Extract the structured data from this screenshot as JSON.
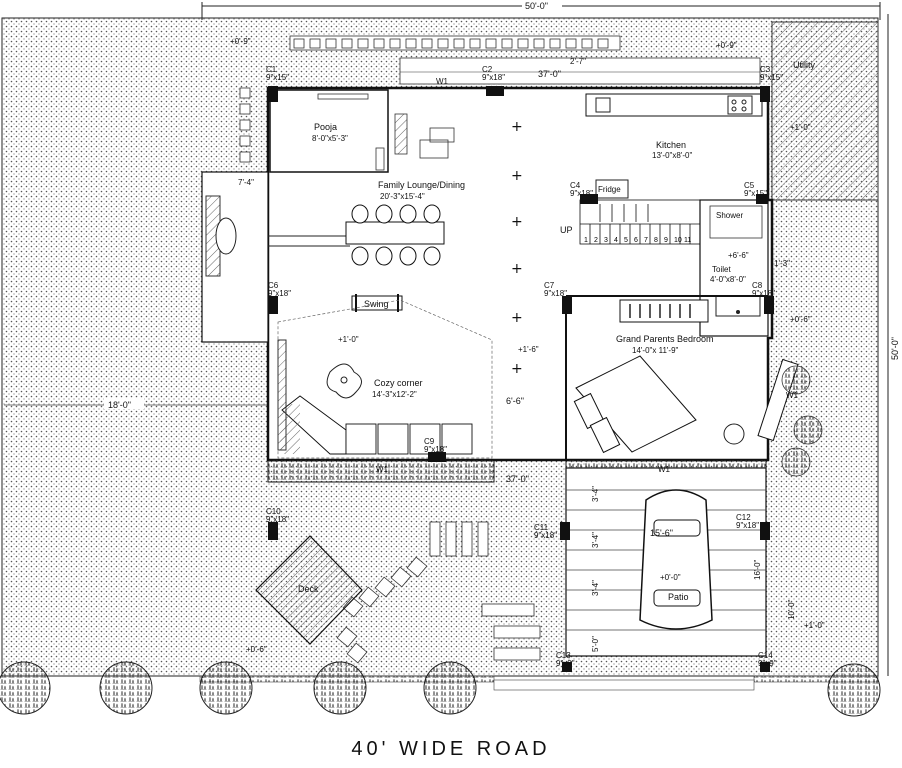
{
  "plot": {
    "width_label": "50'-0\"",
    "depth_label": "50'-0\"",
    "setback_left": "18'-0\"",
    "road_label": "40' WIDE ROAD"
  },
  "rooms": {
    "pooja": {
      "name": "Pooja",
      "size": "8'-0\"x5'-3\""
    },
    "lounge": {
      "name": "Family Lounge/Dining",
      "size": "20'-3\"x15'-4\""
    },
    "kitchen": {
      "name": "Kitchen",
      "size": "13'-0\"x8'-0\""
    },
    "fridge": "Fridge",
    "utility": "Utility",
    "shower": "Shower",
    "toilet": {
      "name": "Toilet",
      "size": "4'-0\"x8'-0\""
    },
    "swing": "Swing",
    "cozy": {
      "name": "Cozy corner",
      "size": "14'-3\"x12'-2\""
    },
    "bedroom": {
      "name": "Grand Parents Bedroom",
      "size": "14'-0\"x 11'-9\""
    },
    "deck": "Deck",
    "patio": "Patio",
    "stair_up": "UP"
  },
  "columns": [
    {
      "id": "C1",
      "size": "9\"x15\""
    },
    {
      "id": "C2",
      "size": "9\"x18\""
    },
    {
      "id": "C3",
      "size": "9\"x15\""
    },
    {
      "id": "C4",
      "size": "9\"x18\""
    },
    {
      "id": "C5",
      "size": "9\"x15\""
    },
    {
      "id": "C6",
      "size": "9\"x18\""
    },
    {
      "id": "C7",
      "size": "9\"x18\""
    },
    {
      "id": "C8",
      "size": "9\"x18\""
    },
    {
      "id": "C9",
      "size": "9\"x18\""
    },
    {
      "id": "C10",
      "size": "9\"x18\""
    },
    {
      "id": "C11",
      "size": "9\"x18\""
    },
    {
      "id": "C12",
      "size": "9\"x18\""
    },
    {
      "id": "C13",
      "size": "9\"x9\""
    },
    {
      "id": "C14",
      "size": "9\"x9\""
    }
  ],
  "windows": {
    "w1": "W1"
  },
  "levels": {
    "l1": "+0'-9\"",
    "l2": "+0'-9\"",
    "l3": "+1'-0\"",
    "l4": "+1'-0\"",
    "l5": "+1'-6\"",
    "l6": "+0'-6\"",
    "l7": "+0'-6\"",
    "l8": "+0'-0\"",
    "l9": "+1'-0\"",
    "l10": "+6'-6\""
  },
  "dimensions": {
    "d1": "37'-0\"",
    "d2": "37'-0\"",
    "d3": "6'-6\"",
    "d4": "7'-4\"",
    "d5": "15'-6\"",
    "d6": "16'-0\"",
    "d7": "10'-0\"",
    "d8": "5'-0\"",
    "d9": "3'-4\"",
    "d10": "2'-7\"",
    "d11": "1'-3\""
  },
  "stair_numbers": [
    "1",
    "2",
    "3",
    "4",
    "5",
    "6",
    "7",
    "8",
    "9",
    "10",
    "11"
  ]
}
